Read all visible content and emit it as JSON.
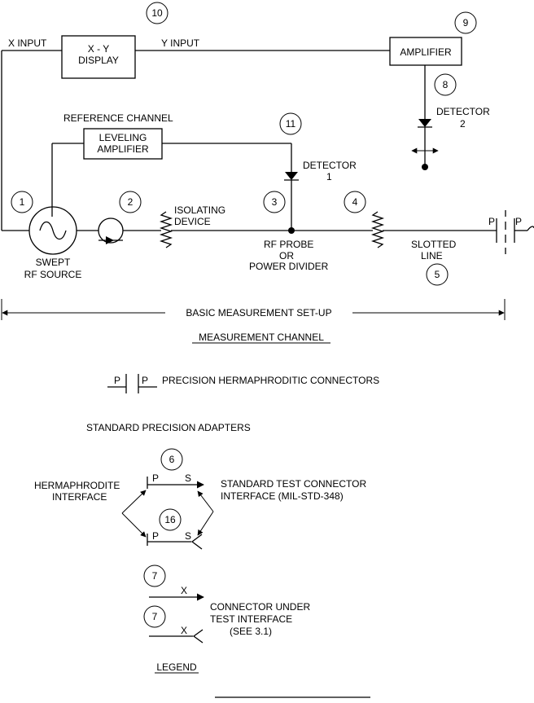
{
  "blocks": {
    "xy_display": [
      "X - Y",
      "DISPLAY"
    ],
    "amplifier": "AMPLIFIER",
    "leveling_amplifier": [
      "LEVELING",
      "AMPLIFIER"
    ]
  },
  "signals": {
    "x_input": "X INPUT",
    "y_input": "Y INPUT",
    "reference_channel": "REFERENCE CHANNEL"
  },
  "components": {
    "detector_1": [
      "DETECTOR",
      "1"
    ],
    "detector_2": [
      "DETECTOR",
      "2"
    ],
    "isolating_device": [
      "ISOLATING",
      "DEVICE"
    ],
    "swept_rf_source": [
      "SWEPT",
      "RF SOURCE"
    ],
    "rf_probe": [
      "RF PROBE",
      "OR",
      "POWER DIVIDER"
    ],
    "slotted_line": [
      "SLOTTED",
      "LINE"
    ]
  },
  "callouts": [
    "10",
    "9",
    "8",
    "11",
    "1",
    "2",
    "3",
    "4",
    "5",
    "6",
    "16",
    "7",
    "7"
  ],
  "measurement": {
    "basic_setup": "BASIC MEASUREMENT SET-UP",
    "channel": "MEASUREMENT CHANNEL"
  },
  "connector_letters": {
    "p": "P",
    "s": "S",
    "x": "X"
  },
  "legend": {
    "hermaphroditic_connectors": "PRECISION HERMAPHRODITIC CONNECTORS",
    "standard_adapters": "STANDARD PRECISION ADAPTERS",
    "hermaphrodite_interface": [
      "HERMAPHRODITE",
      "INTERFACE"
    ],
    "standard_test_connector": [
      "STANDARD TEST CONNECTOR",
      "INTERFACE (MIL-STD-348)"
    ],
    "connector_under_test": [
      "CONNECTOR UNDER",
      "TEST INTERFACE",
      "(SEE 3.1)"
    ],
    "title": "LEGEND"
  }
}
